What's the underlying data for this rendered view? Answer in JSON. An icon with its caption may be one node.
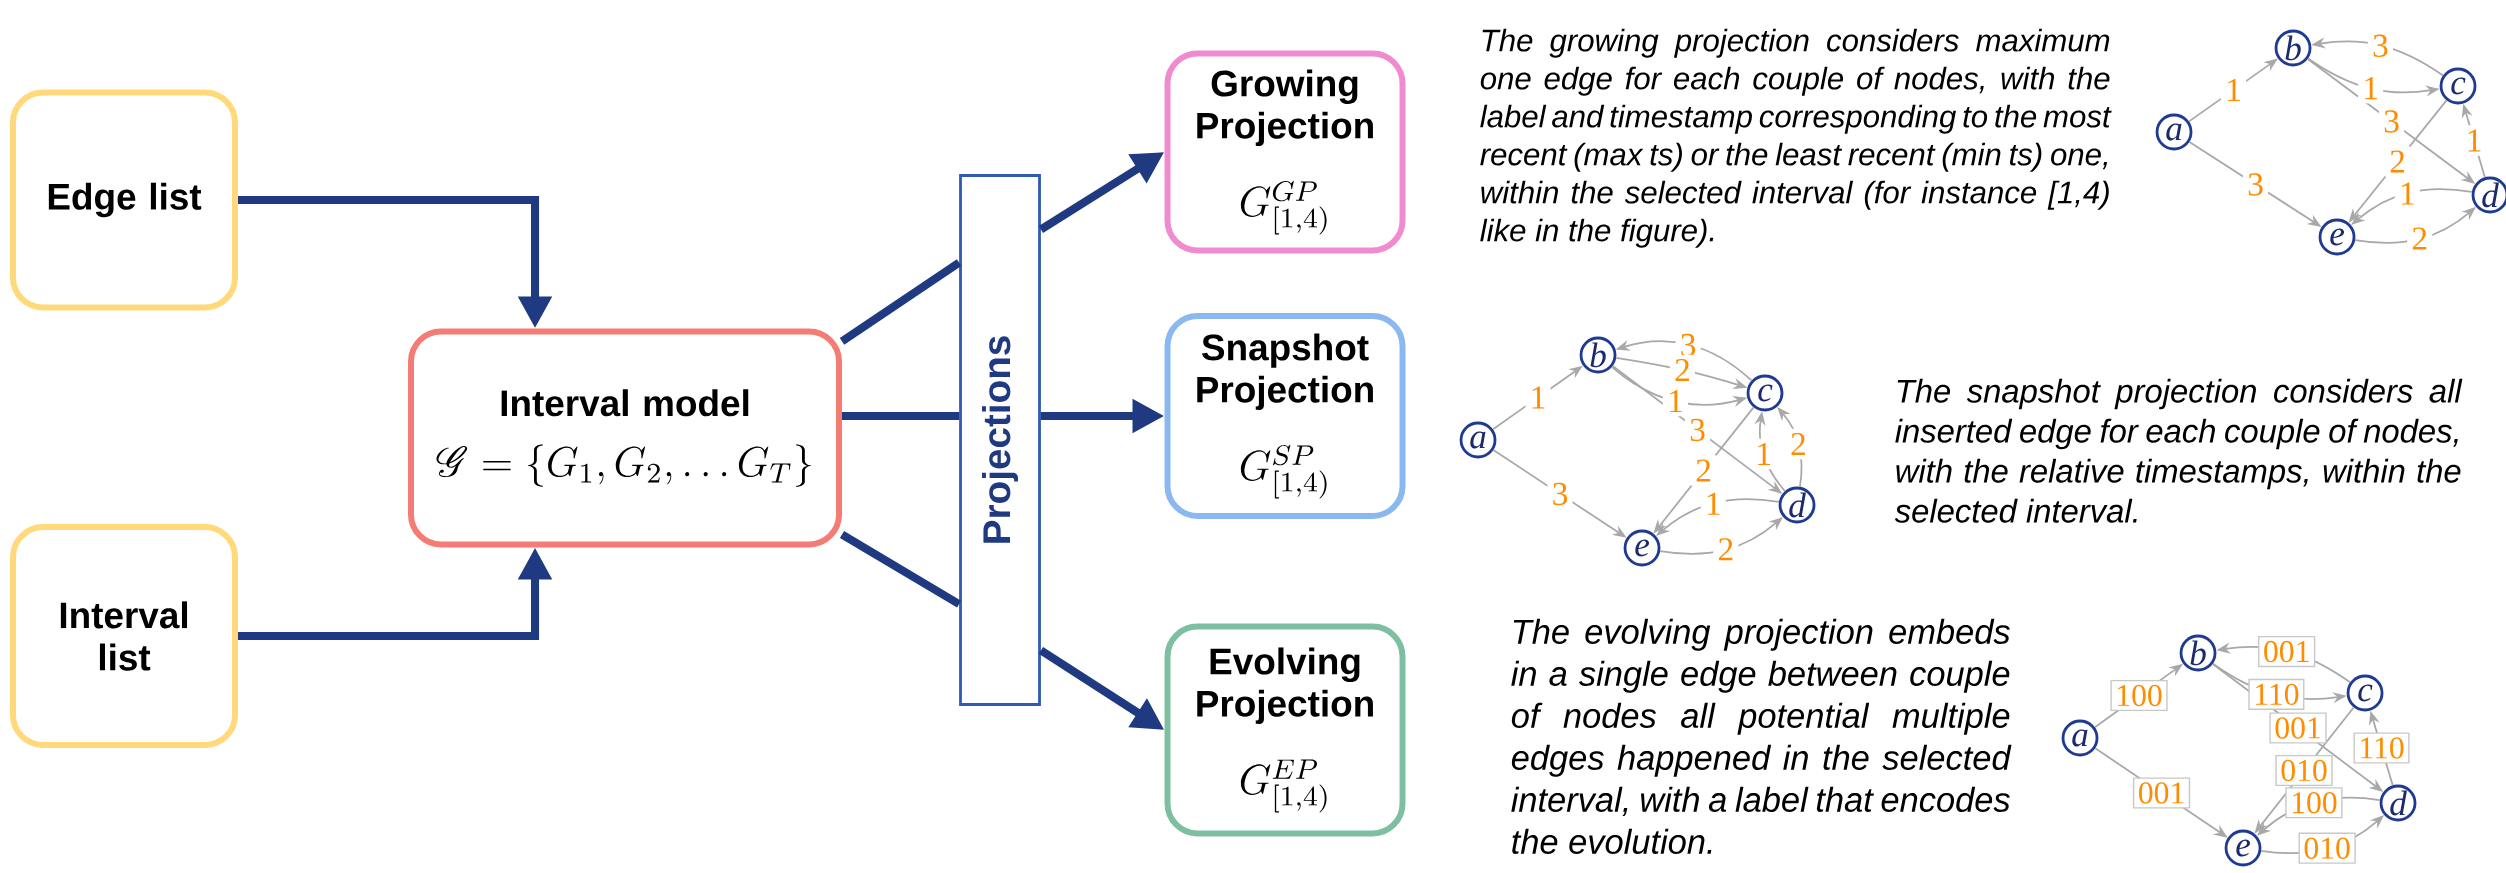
{
  "diagram": {
    "nodes": [
      {
        "text": [
          "Edge list"
        ]
      },
      {
        "text": [
          "Interval list"
        ]
      },
      {
        "text": [
          "Interval model",
          "\\mathscr{G} = \\{G_1, G_2, \\ldots G_T\\}"
        ]
      },
      {
        "text": [
          "Projections"
        ]
      },
      {
        "text": [
          "Growing Projection",
          "G^{GP}_{[1,4)}"
        ]
      },
      {
        "text": [
          "Snapshot Projection",
          "G^{SP}_{[1,4)}"
        ]
      },
      {
        "text": [
          "Evolving Projection",
          "G^{EP}_{[1,4)}"
        ]
      },
      {
        "text": [
          "a"
        ]
      },
      {
        "text": [
          "b"
        ]
      },
      {
        "text": [
          "c"
        ]
      },
      {
        "text": [
          "d"
        ]
      },
      {
        "text": [
          "e"
        ]
      },
      {
        "text": [
          "a"
        ]
      },
      {
        "text": [
          "b"
        ]
      },
      {
        "text": [
          "c"
        ]
      },
      {
        "text": [
          "d"
        ]
      },
      {
        "text": [
          "e"
        ]
      },
      {
        "text": [
          "a"
        ]
      },
      {
        "text": [
          "b"
        ]
      },
      {
        "text": [
          "c"
        ]
      },
      {
        "text": [
          "d"
        ]
      },
      {
        "text": [
          "e"
        ]
      }
    ],
    "edges": [
      {
        "from": 0,
        "to": 2,
        "arrow": "to",
        "style": "thick",
        "color": "#1f3a80"
      },
      {
        "from": 1,
        "to": 2,
        "arrow": "to",
        "style": "thick",
        "color": "#1f3a80"
      },
      {
        "from": 2,
        "to": 3,
        "arrow": "none",
        "style": "thick",
        "color": "#1f3a80"
      },
      {
        "from": 2,
        "to": 3,
        "arrow": "none",
        "style": "thick",
        "color": "#1f3a80"
      },
      {
        "from": 2,
        "to": 3,
        "arrow": "none",
        "style": "thick",
        "color": "#1f3a80"
      },
      {
        "from": 3,
        "to": 4,
        "arrow": "to",
        "style": "thick",
        "color": "#1f3a80"
      },
      {
        "from": 3,
        "to": 5,
        "arrow": "to",
        "style": "thick",
        "color": "#1f3a80"
      },
      {
        "from": 3,
        "to": 6,
        "arrow": "to",
        "style": "thick",
        "color": "#1f3a80"
      },
      {
        "from": 7,
        "to": 8,
        "arrow": "to",
        "label": "1"
      },
      {
        "from": 7,
        "to": 11,
        "arrow": "to",
        "label": "3"
      },
      {
        "from": 9,
        "to": 8,
        "arrow": "to",
        "label": "3"
      },
      {
        "from": 8,
        "to": 9,
        "arrow": "to",
        "label": "1"
      },
      {
        "from": 8,
        "to": 10,
        "arrow": "to",
        "label": "3"
      },
      {
        "from": 10,
        "to": 9,
        "arrow": "to",
        "label": "1"
      },
      {
        "from": 9,
        "to": 11,
        "arrow": "to",
        "label": "2"
      },
      {
        "from": 10,
        "to": 11,
        "arrow": "to",
        "label": "1"
      },
      {
        "from": 11,
        "to": 10,
        "arrow": "to",
        "label": "2"
      },
      {
        "from": 12,
        "to": 13,
        "arrow": "to",
        "label": "1"
      },
      {
        "from": 12,
        "to": 16,
        "arrow": "to",
        "label": "3"
      },
      {
        "from": 14,
        "to": 13,
        "arrow": "to",
        "label": "3"
      },
      {
        "from": 13,
        "to": 14,
        "arrow": "to",
        "label": "2"
      },
      {
        "from": 13,
        "to": 14,
        "arrow": "to",
        "label": "1"
      },
      {
        "from": 13,
        "to": 15,
        "arrow": "to",
        "label": "3"
      },
      {
        "from": 15,
        "to": 14,
        "arrow": "to",
        "label": "1"
      },
      {
        "from": 15,
        "to": 14,
        "arrow": "to",
        "label": "2"
      },
      {
        "from": 14,
        "to": 16,
        "arrow": "to",
        "label": "2"
      },
      {
        "from": 15,
        "to": 16,
        "arrow": "to",
        "label": "1"
      },
      {
        "from": 16,
        "to": 15,
        "arrow": "to",
        "label": "2"
      },
      {
        "from": 17,
        "to": 18,
        "arrow": "to",
        "label": "100"
      },
      {
        "from": 17,
        "to": 21,
        "arrow": "to",
        "label": "001"
      },
      {
        "from": 19,
        "to": 18,
        "arrow": "to",
        "label": "001"
      },
      {
        "from": 18,
        "to": 19,
        "arrow": "to",
        "label": "110"
      },
      {
        "from": 18,
        "to": 20,
        "arrow": "to",
        "label": "001"
      },
      {
        "from": 20,
        "to": 19,
        "arrow": "to",
        "label": "110"
      },
      {
        "from": 19,
        "to": 21,
        "arrow": "to",
        "label": "010"
      },
      {
        "from": 20,
        "to": 21,
        "arrow": "to",
        "label": "100"
      },
      {
        "from": 21,
        "to": 20,
        "arrow": "to",
        "label": "010"
      }
    ],
    "labels": [
      "The growing projection considers maximum one edge for each couple of nodes, with the label and timestamp corresponding to the most recent (max ts) or the least recent (min ts) one, within the selected interval (for instance [1,4) like in the figure).",
      "The snapshot projection considers all inserted edge for each couple of nodes, with the relative timestamps, within the selected interval.",
      "The evolving projection embeds in a single edge between couple of nodes all potential multiple edges happened in the selected interval, with a label that encodes the evolution."
    ]
  }
}
